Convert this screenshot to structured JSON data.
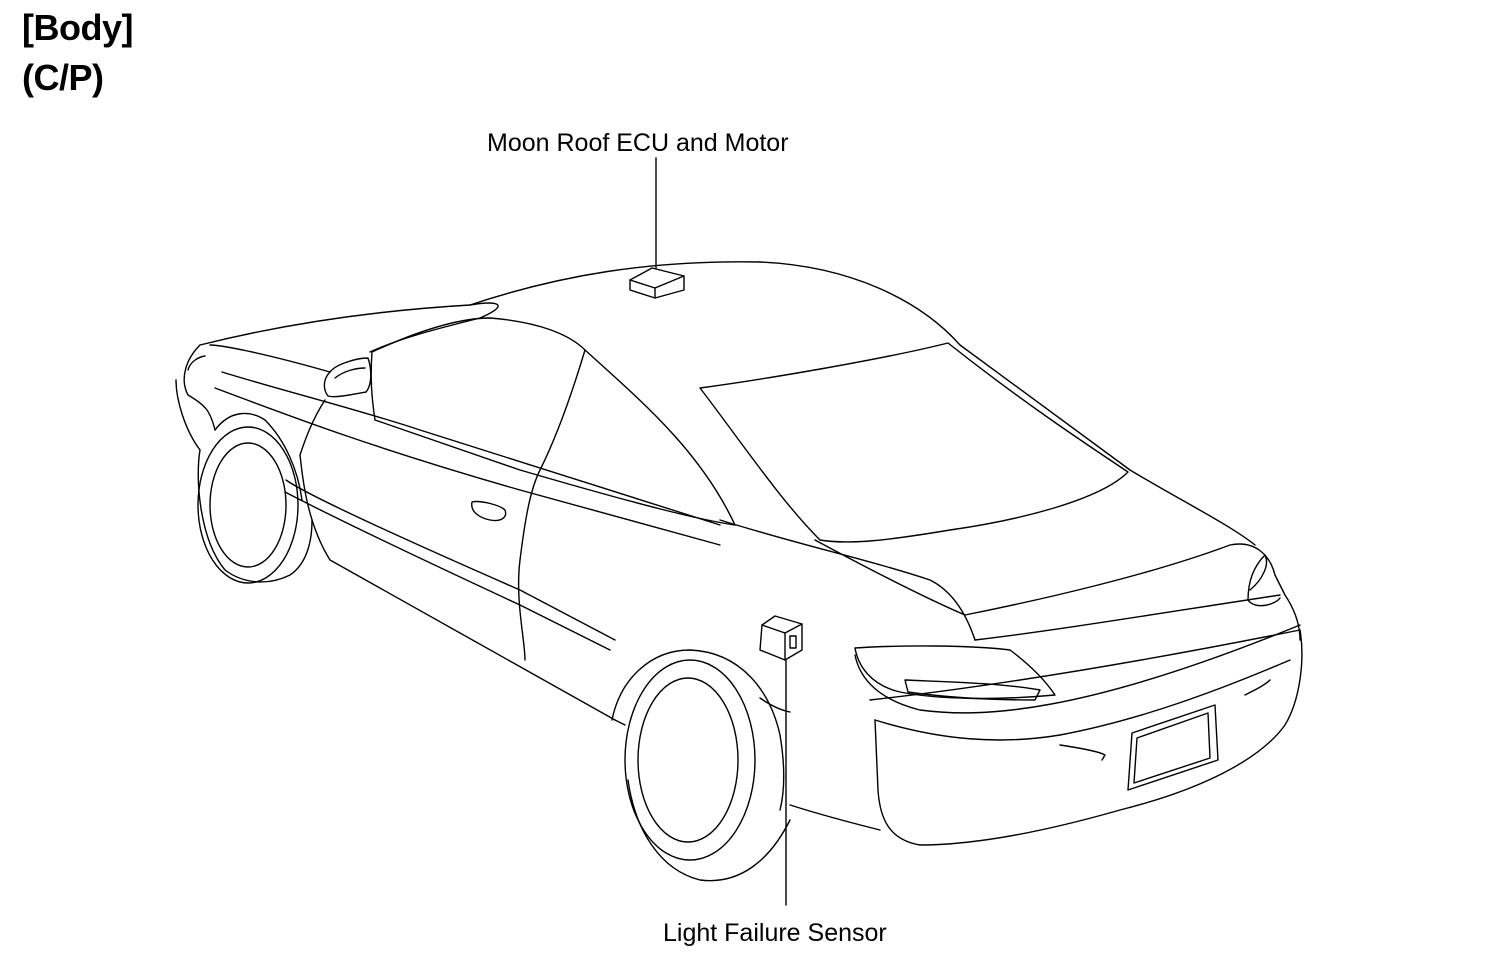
{
  "header": {
    "section": "[Body]",
    "model": "(C/P)"
  },
  "callouts": {
    "moon_roof": "Moon Roof ECU and Motor",
    "light_sensor": "Light Failure Sensor"
  },
  "colors": {
    "line": "#000000",
    "background": "#ffffff"
  }
}
